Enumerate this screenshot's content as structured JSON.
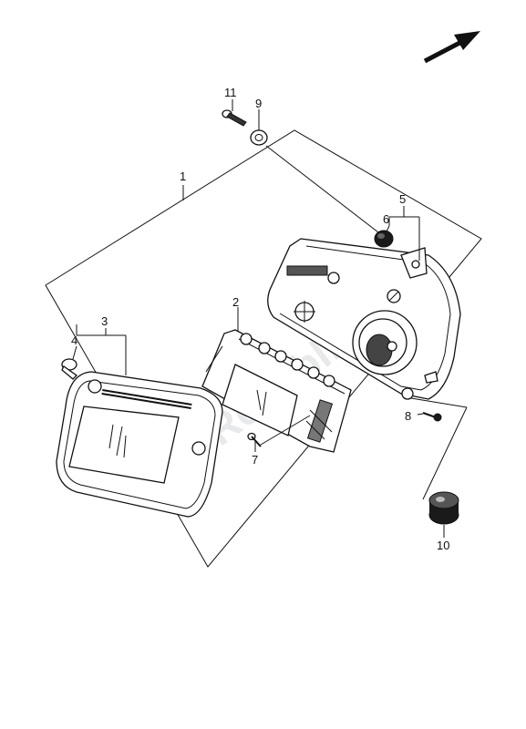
{
  "labels": {
    "p1": "1",
    "p2": "2",
    "p3": "3",
    "p4": "4",
    "p5": "5",
    "p6": "6",
    "p7": "7",
    "p8": "8",
    "p9": "9",
    "p10": "10",
    "p11": "11"
  },
  "watermark": "PartsRepublik",
  "colors": {
    "line": "#111111",
    "background": "#ffffff"
  },
  "icons": {
    "direction": "front-direction-arrow-icon"
  }
}
